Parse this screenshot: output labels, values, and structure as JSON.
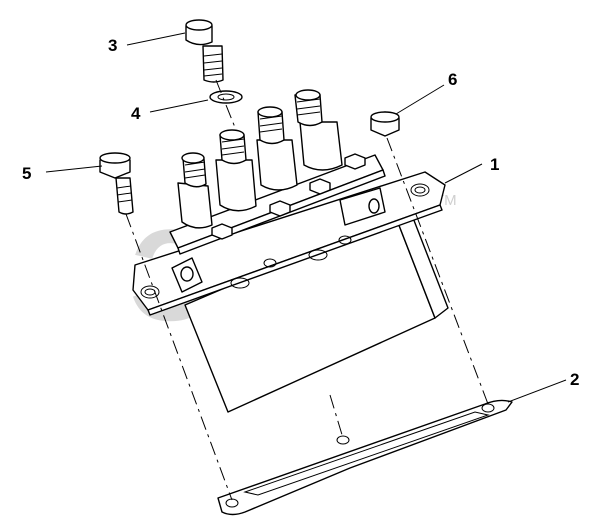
{
  "watermark": {
    "text": "ЗИП",
    "trademark": "TM"
  },
  "callouts": [
    {
      "id": "1",
      "label": "1"
    },
    {
      "id": "2",
      "label": "2"
    },
    {
      "id": "3",
      "label": "3"
    },
    {
      "id": "4",
      "label": "4"
    },
    {
      "id": "5",
      "label": "5"
    },
    {
      "id": "6",
      "label": "6"
    }
  ]
}
